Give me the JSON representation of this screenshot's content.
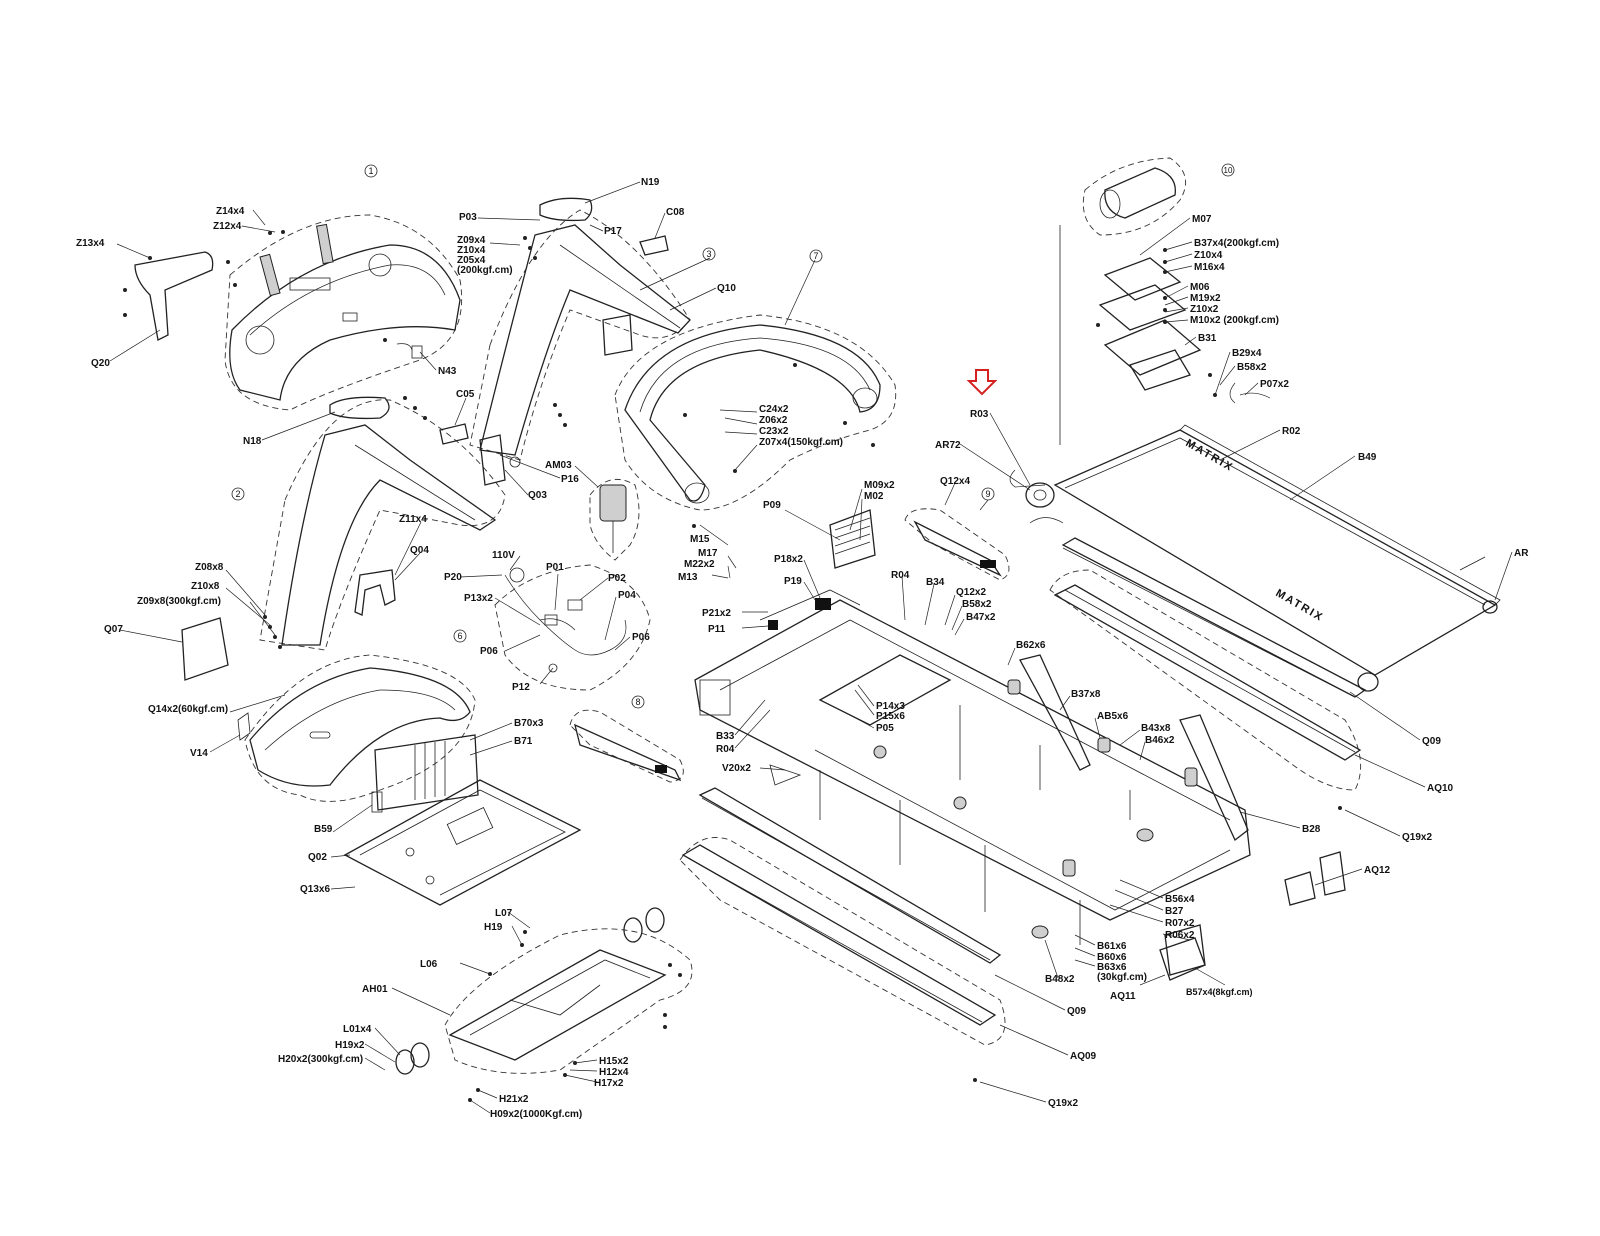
{
  "callouts": [
    {
      "text": "Z14x4",
      "id": "z14x4-top"
    },
    {
      "text": "Z12x4",
      "id": "z12x4"
    },
    {
      "text": "Z13x4",
      "id": "z13x4"
    },
    {
      "text": "Q20",
      "id": "q20"
    },
    {
      "text": "N43",
      "id": "n43"
    },
    {
      "text": "N18",
      "id": "n18"
    },
    {
      "text": "C05",
      "id": "c05"
    },
    {
      "text": "P03",
      "id": "p03"
    },
    {
      "text": "N19",
      "id": "n19"
    },
    {
      "text": "P17",
      "id": "p17"
    },
    {
      "text": "Z09x4",
      "id": "z09x4"
    },
    {
      "text": "Z10x4",
      "id": "z10x4-a"
    },
    {
      "text": "Z05x4",
      "id": "z05x4"
    },
    {
      "text": "(200kgf.cm)",
      "id": "z05x4-torque"
    },
    {
      "text": "C08",
      "id": "c08"
    },
    {
      "text": "Q10",
      "id": "q10"
    },
    {
      "text": "C24x2",
      "id": "c24x2"
    },
    {
      "text": "Z06x2",
      "id": "z06x2"
    },
    {
      "text": "C23x2",
      "id": "c23x2"
    },
    {
      "text": "Z07x4(150kgf.cm)",
      "id": "z07x4"
    },
    {
      "text": "Q03",
      "id": "q03"
    },
    {
      "text": "P16",
      "id": "p16"
    },
    {
      "text": "AM03",
      "id": "am03"
    },
    {
      "text": "M15",
      "id": "m15"
    },
    {
      "text": "M17",
      "id": "m17"
    },
    {
      "text": "M22x2",
      "id": "m22x2"
    },
    {
      "text": "M13",
      "id": "m13"
    },
    {
      "text": "P09",
      "id": "p09"
    },
    {
      "text": "M09x2",
      "id": "m09x2"
    },
    {
      "text": "M02",
      "id": "m02"
    },
    {
      "text": "P18x2",
      "id": "p18x2"
    },
    {
      "text": "P19",
      "id": "p19"
    },
    {
      "text": "P21x2",
      "id": "p21x2"
    },
    {
      "text": "P11",
      "id": "p11"
    },
    {
      "text": "R04",
      "id": "r04-a"
    },
    {
      "text": "B34",
      "id": "b34"
    },
    {
      "text": "Q12x2",
      "id": "q12x2"
    },
    {
      "text": "B58x2",
      "id": "b58x2-a"
    },
    {
      "text": "B47x2",
      "id": "b47x2"
    },
    {
      "text": "Q12x4",
      "id": "q12x4"
    },
    {
      "text": "B62x6",
      "id": "b62x6"
    },
    {
      "text": "B37x8",
      "id": "b37x8"
    },
    {
      "text": "AB5x6",
      "id": "ab5x6"
    },
    {
      "text": "B43x8",
      "id": "b43x8"
    },
    {
      "text": "B46x2",
      "id": "b46x2"
    },
    {
      "text": "Z11x4",
      "id": "z11x4"
    },
    {
      "text": "Q04",
      "id": "q04"
    },
    {
      "text": "Z08x8",
      "id": "z08x8"
    },
    {
      "text": "Z10x8",
      "id": "z10x8"
    },
    {
      "text": "Z09x8(300kgf.cm)",
      "id": "z09x8"
    },
    {
      "text": "Q07",
      "id": "q07"
    },
    {
      "text": "110V",
      "id": "v110"
    },
    {
      "text": "P20",
      "id": "p20"
    },
    {
      "text": "P01",
      "id": "p01"
    },
    {
      "text": "P02",
      "id": "p02"
    },
    {
      "text": "P13x2",
      "id": "p13x2"
    },
    {
      "text": "P04",
      "id": "p04"
    },
    {
      "text": "P06",
      "id": "p06-a"
    },
    {
      "text": "P06",
      "id": "p06-b"
    },
    {
      "text": "P12",
      "id": "p12"
    },
    {
      "text": "Q14x2(60kgf.cm)",
      "id": "q14x2"
    },
    {
      "text": "V14",
      "id": "v14"
    },
    {
      "text": "B70x3",
      "id": "b70x3"
    },
    {
      "text": "B71",
      "id": "b71"
    },
    {
      "text": "B59",
      "id": "b59"
    },
    {
      "text": "Q02",
      "id": "q02"
    },
    {
      "text": "Q13x6",
      "id": "q13x6"
    },
    {
      "text": "P14x3",
      "id": "p14x3"
    },
    {
      "text": "P15x6",
      "id": "p15x6"
    },
    {
      "text": "P05",
      "id": "p05"
    },
    {
      "text": "B33",
      "id": "b33"
    },
    {
      "text": "R04",
      "id": "r04-b"
    },
    {
      "text": "V20x2",
      "id": "v20x2"
    },
    {
      "text": "M07",
      "id": "m07"
    },
    {
      "text": "B37x4(200kgf.cm)",
      "id": "b37x4"
    },
    {
      "text": "Z10x4",
      "id": "z10x4-b"
    },
    {
      "text": "M16x4",
      "id": "m16x4"
    },
    {
      "text": "M06",
      "id": "m06"
    },
    {
      "text": "M19x2",
      "id": "m19x2"
    },
    {
      "text": "Z10x2",
      "id": "z10x2"
    },
    {
      "text": "M10x2 (200kgf.cm)",
      "id": "m10x2"
    },
    {
      "text": "B31",
      "id": "b31"
    },
    {
      "text": "B29x4",
      "id": "b29x4"
    },
    {
      "text": "B58x2",
      "id": "b58x2-b"
    },
    {
      "text": "P07x2",
      "id": "p07x2"
    },
    {
      "text": "R03",
      "id": "r03"
    },
    {
      "text": "AR72",
      "id": "ar72"
    },
    {
      "text": "R02",
      "id": "r02"
    },
    {
      "text": "B49",
      "id": "b49"
    },
    {
      "text": "AR",
      "id": "ar"
    },
    {
      "text": "Q09",
      "id": "q09-a"
    },
    {
      "text": "AQ10",
      "id": "aq10"
    },
    {
      "text": "B28",
      "id": "b28"
    },
    {
      "text": "Q19x2",
      "id": "q19x2-a"
    },
    {
      "text": "AQ12",
      "id": "aq12"
    },
    {
      "text": "B56x4",
      "id": "b56x4"
    },
    {
      "text": "B27",
      "id": "b27"
    },
    {
      "text": "R07x2",
      "id": "r07x2"
    },
    {
      "text": "R06x2",
      "id": "r06x2"
    },
    {
      "text": "B61x6",
      "id": "b61x6"
    },
    {
      "text": "B60x6",
      "id": "b60x6"
    },
    {
      "text": "B63x6",
      "id": "b63x6"
    },
    {
      "text": "(30kgf.cm)",
      "id": "b63x6-torque"
    },
    {
      "text": "B48x2",
      "id": "b48x2"
    },
    {
      "text": "AQ11",
      "id": "aq11"
    },
    {
      "text": "B57x4(8kgf.cm)",
      "id": "b57x4"
    },
    {
      "text": "Q09",
      "id": "q09-b"
    },
    {
      "text": "AQ09",
      "id": "aq09"
    },
    {
      "text": "Q19x2",
      "id": "q19x2-b"
    },
    {
      "text": "L07",
      "id": "l07"
    },
    {
      "text": "H19",
      "id": "h19-a"
    },
    {
      "text": "L06",
      "id": "l06"
    },
    {
      "text": "AH01",
      "id": "ah01"
    },
    {
      "text": "L01x4",
      "id": "l01x4"
    },
    {
      "text": "H19x2",
      "id": "h19x2"
    },
    {
      "text": "H20x2(300kgf.cm)",
      "id": "h20x2"
    },
    {
      "text": "H15x2",
      "id": "h15x2"
    },
    {
      "text": "H12x4",
      "id": "h12x4"
    },
    {
      "text": "H17x2",
      "id": "h17x2"
    },
    {
      "text": "H21x2",
      "id": "h21x2"
    },
    {
      "text": "H09x2(1000Kgf.cm)",
      "id": "h09x2"
    }
  ],
  "group_numbers": [
    "1",
    "2",
    "3",
    "6",
    "7",
    "8",
    "9",
    "10"
  ],
  "brand_marks": [
    "MATRIX",
    "MATRIX"
  ],
  "highlight": {
    "target": "R03",
    "color": "#d42020",
    "icon": "arrow-down-icon"
  }
}
